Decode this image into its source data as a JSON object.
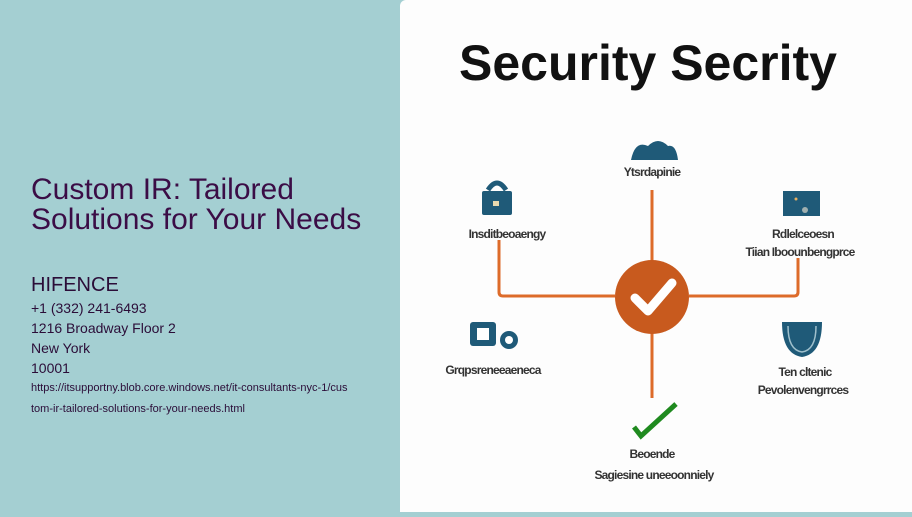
{
  "article": {
    "title": "Custom IR: Tailored Solutions for Your Needs",
    "company": "HIFENCE",
    "phone": "+1 (332) 241-6493",
    "address": "1216 Broadway Floor 2",
    "city": "New York",
    "zip": "10001",
    "url_line1": "https://itsupportny.blob.core.windows.net/it-consultants-nyc-1/cus",
    "url_line2": "tom-ir-tailored-solutions-for-your-needs.html"
  },
  "illustration": {
    "heading": "Security Secrity",
    "labels": {
      "top": "Ytsrdapinie",
      "top_left": "Insditbeoaengy",
      "top_right_1": "Rdlelceoesn",
      "top_right_2": "Tiian  Iboounbengprce",
      "bottom_left": "Grqpsreneeaeneca",
      "bottom_right_1": "Ten cltenic",
      "bottom_right_2": "Pevolenvengrrces",
      "bottom_1": "Beoende",
      "bottom_2": "Sagiesine uneeoonniely"
    },
    "colors": {
      "accent": "#c85a1e",
      "line": "#dd6b2a",
      "icon": "#1f5a78",
      "check": "#1f8a1f"
    }
  }
}
